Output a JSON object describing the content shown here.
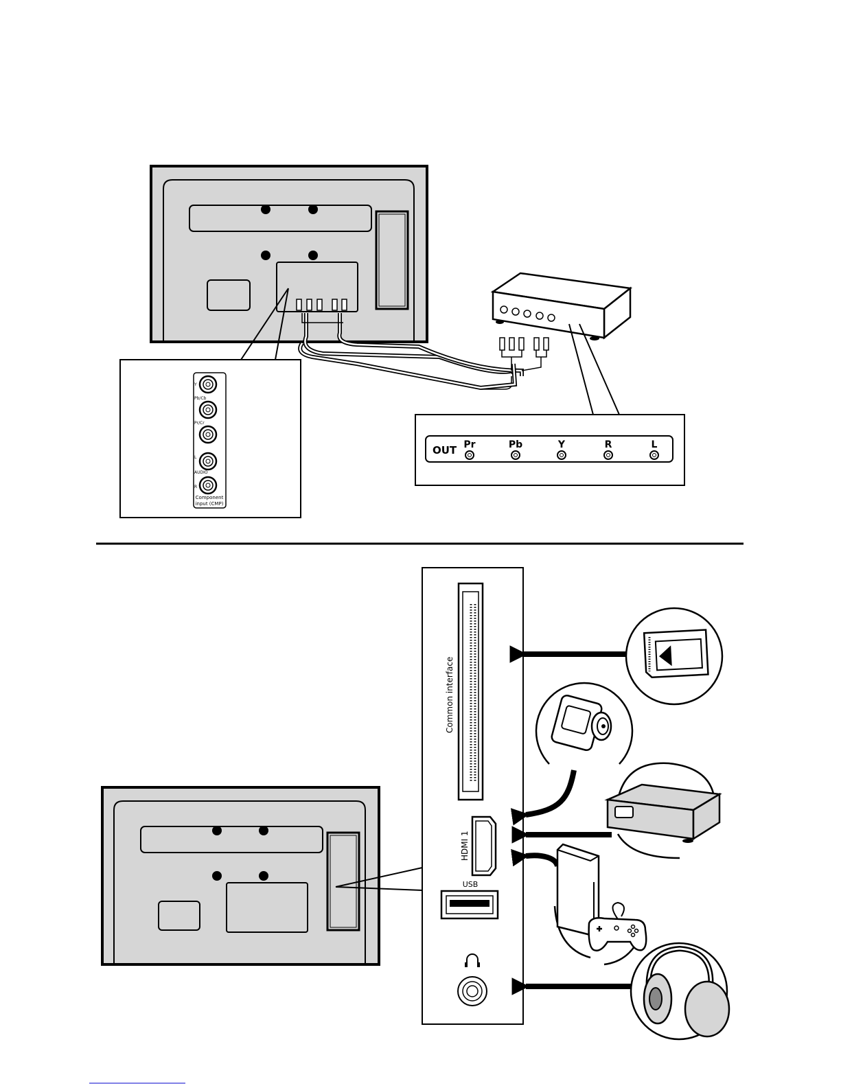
{
  "component_inset": {
    "jack_labels": [
      "Y",
      "Pb/Cb",
      "Pr/Cr",
      "L",
      "AUDIO",
      "R"
    ],
    "caption_line1": "Component",
    "caption_line2": "input (CMP)"
  },
  "source_out_panel": {
    "out_label": "OUT",
    "ports": [
      "Pr",
      "Pb",
      "Y",
      "R",
      "L"
    ]
  },
  "side_panel": {
    "common_interface_label": "Common interface",
    "hdmi_label": "HDMI 1",
    "usb_label": "USB",
    "headphone_symbol": "∩"
  },
  "devices": [
    {
      "name": "ci-module",
      "icon": "ci-card-icon"
    },
    {
      "name": "camcorder",
      "icon": "camcorder-icon"
    },
    {
      "name": "set-top-box",
      "icon": "settop-box-icon"
    },
    {
      "name": "game-console",
      "icon": "game-console-icon"
    },
    {
      "name": "headphones",
      "icon": "headphones-icon"
    }
  ]
}
